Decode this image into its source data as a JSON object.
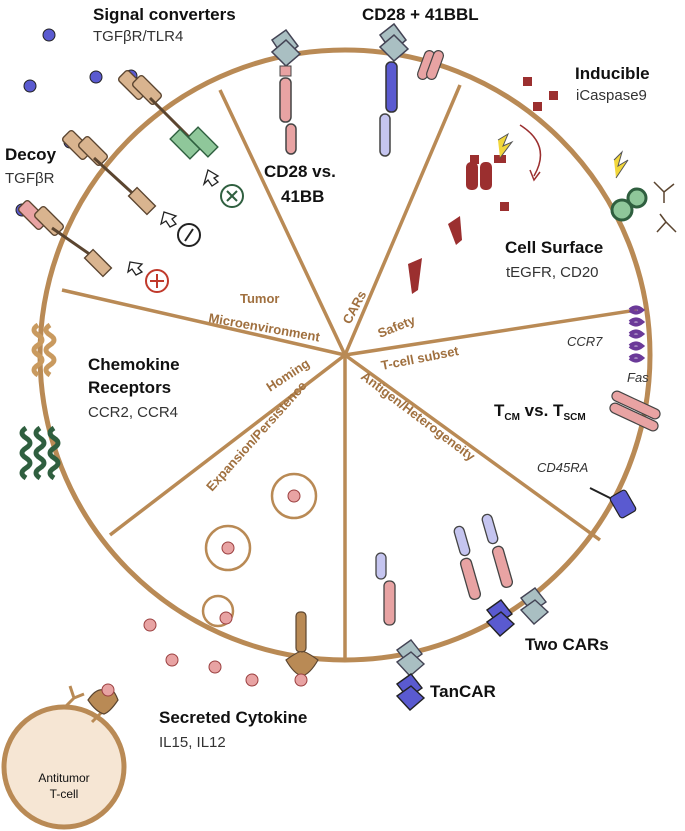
{
  "outer_labels": {
    "signal_converters": {
      "title": "Signal converters",
      "sub": "TGFβR/TLR4"
    },
    "cd28_41bbl": {
      "title": "CD28 + 41BBL"
    },
    "inducible": {
      "title": "Inducible",
      "sub": "iCaspase9"
    },
    "decoy": {
      "title": "Decoy",
      "sub": "TGFβR"
    },
    "chemokine": {
      "title_line1": "Chemokine",
      "title_line2": "Receptors",
      "sub": "CCR2, CCR4"
    },
    "secreted": {
      "title": "Secreted Cytokine",
      "sub": "IL15, IL12"
    },
    "antitumor": {
      "line1": "Antitumor",
      "line2": "T-cell"
    },
    "tancar": {
      "title": "TanCAR"
    },
    "two_cars": {
      "title": "Two CARs"
    }
  },
  "inner_labels": {
    "cd28_vs": {
      "line1": "CD28 vs.",
      "line2": "41BB"
    },
    "cell_surface": {
      "title": "Cell Surface",
      "sub": "tEGFR, CD20"
    },
    "tcm": {
      "t1": "T",
      "s1": "CM",
      "mid": " vs. ",
      "t2": "T",
      "s2": "SCM"
    },
    "ccr7": "CCR7",
    "fas": "Fas",
    "cd45ra": "CD45RA"
  },
  "sectors": {
    "tumor": "Tumor",
    "microenvironment": "Microenvironment",
    "cars": "CARs",
    "safety": "Safety",
    "tcell_subset": "T-cell subset",
    "antigen": "Antigen/Heterogeneity",
    "expansion": "Expansion/Persistence",
    "homing": "Homing"
  },
  "colors": {
    "frame": "#b98a55",
    "sector_text": "#a0703f",
    "receptor_tan": "#d9b48f",
    "receptor_pink": "#e8a3a3",
    "receptor_blue": "#7b7fd6",
    "receptor_green": "#8fc79a",
    "ligand_blue": "#5a5ad0",
    "dark_red": "#9b2f2f",
    "dark_green": "#2f5f3f",
    "purple": "#6b3a99"
  },
  "icons": [
    "inhibit-icon",
    "plus-icon",
    "cross-icon",
    "lightning-icon",
    "antibody-icon"
  ]
}
